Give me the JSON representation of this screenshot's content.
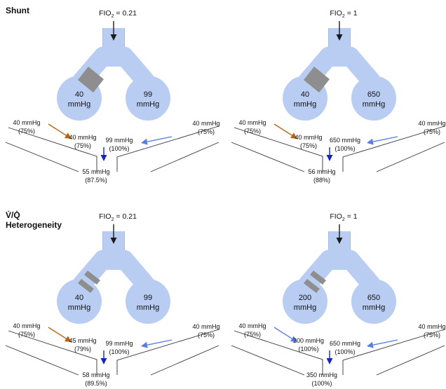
{
  "headings": {
    "shunt": "Shunt",
    "vq_line1": "V̇/Q̇",
    "vq_line2": "Heterogeneity"
  },
  "colors": {
    "airway": "#b9cdf3",
    "airway_stroke": "#6f8fc9",
    "obstruction": "#8e8e8e",
    "arrow_dark": "#1a1a1a",
    "arrow_blue": "#1526b8",
    "arrow_orange": "#b8620f",
    "arrow_lightblue": "#5b7ce0",
    "vessel": "#333333"
  },
  "panels": [
    {
      "fio2_prefix": "FIO",
      "fio2_sub": "2",
      "fio2_value": "= 0.21",
      "left_alv": {
        "val": "40",
        "unit": "mmHg"
      },
      "right_alv": {
        "val": "99",
        "unit": "mmHg"
      },
      "in_left": {
        "p": "40 mmHg",
        "s": "(75%)"
      },
      "in_right": {
        "p": "40 mmHg",
        "s": "(75%)"
      },
      "out_left": {
        "p": "40 mmHg",
        "s": "(75%)"
      },
      "out_right": {
        "p": "99 mmHg",
        "s": "(100%)"
      },
      "mixed": {
        "p": "55 mmHg",
        "s": "(87.5%)"
      },
      "blockage": "full",
      "left_arrow_color": "arrow_orange",
      "right_arrow_color": "arrow_lightblue"
    },
    {
      "fio2_prefix": "FIO",
      "fio2_sub": "2",
      "fio2_value": "= 1",
      "left_alv": {
        "val": "40",
        "unit": "mmHg"
      },
      "right_alv": {
        "val": "650",
        "unit": "mmHg"
      },
      "in_left": {
        "p": "40 mmHg",
        "s": "(75%)"
      },
      "in_right": {
        "p": "40 mmHg",
        "s": "(75%)"
      },
      "out_left": {
        "p": "40 mmHg",
        "s": "(75%)"
      },
      "out_right": {
        "p": "650 mmHg",
        "s": "(100%)"
      },
      "mixed": {
        "p": "56 mmHg",
        "s": "(88%)"
      },
      "blockage": "full",
      "left_arrow_color": "arrow_orange",
      "right_arrow_color": "arrow_lightblue"
    },
    {
      "fio2_prefix": "FIO",
      "fio2_sub": "2",
      "fio2_value": "= 0.21",
      "left_alv": {
        "val": "40",
        "unit": "mmHg"
      },
      "right_alv": {
        "val": "99",
        "unit": "mmHg"
      },
      "in_left": {
        "p": "40 mmHg",
        "s": "(75%)"
      },
      "in_right": {
        "p": "40 mmHg",
        "s": "(75%)"
      },
      "out_left": {
        "p": "45 mmHg",
        "s": "(79%)"
      },
      "out_right": {
        "p": "99 mmHg",
        "s": "(100%)"
      },
      "mixed": {
        "p": "58 mmHg",
        "s": "(89.5%)"
      },
      "blockage": "partial",
      "left_arrow_color": "arrow_orange",
      "right_arrow_color": "arrow_lightblue"
    },
    {
      "fio2_prefix": "FIO",
      "fio2_sub": "2",
      "fio2_value": "= 1",
      "left_alv": {
        "val": "200",
        "unit": "mmHg"
      },
      "right_alv": {
        "val": "650",
        "unit": "mmHg"
      },
      "in_left": {
        "p": "40 mmHg",
        "s": "(75%)"
      },
      "in_right": {
        "p": "40 mmHg",
        "s": "(75%)"
      },
      "out_left": {
        "p": "200 mmHg",
        "s": "(100%)"
      },
      "out_right": {
        "p": "650 mmHg",
        "s": "(100%)"
      },
      "mixed": {
        "p": "350 mmHg",
        "s": "(100%)"
      },
      "blockage": "partial",
      "left_arrow_color": "arrow_lightblue",
      "right_arrow_color": "arrow_lightblue"
    }
  ]
}
